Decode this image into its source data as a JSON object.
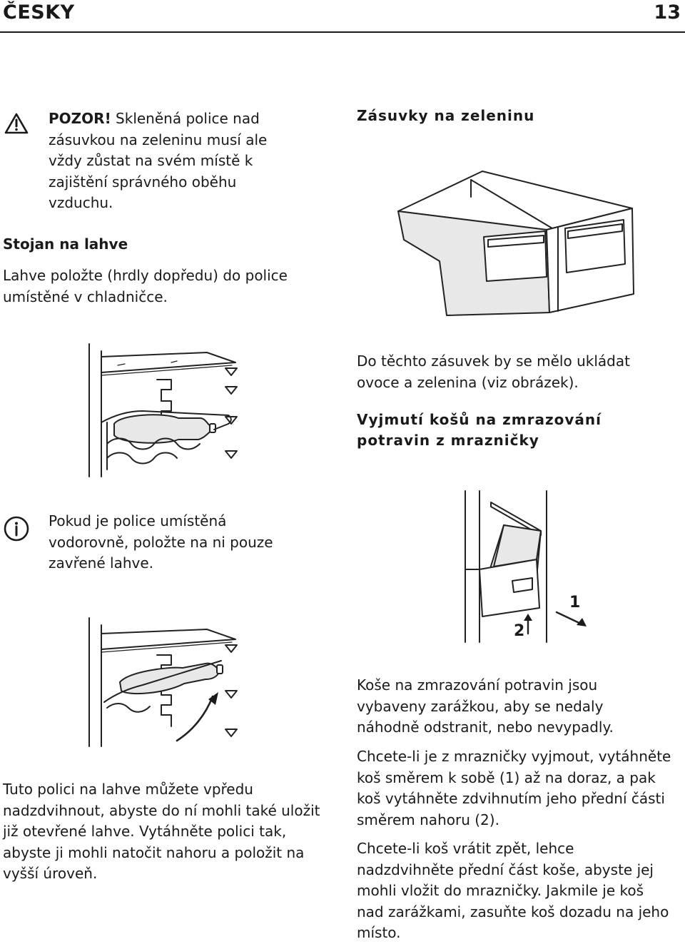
{
  "header": {
    "language": "ČESKY",
    "page_number": "13"
  },
  "warning": {
    "icon": "warning-triangle-icon",
    "label": "POZOR!",
    "text": " Skleněná police nad zásuvkou na zeleninu musí ale vždy zůstat na svém místě k zajištění správného oběhu vzduchu."
  },
  "bottle_rack": {
    "heading": "Stojan na lahve",
    "text": "Lahve položte (hrdly dopředu) do police umístěné v chladničce."
  },
  "info": {
    "icon": "info-icon",
    "text": "Pokud je police umístěná vodorovně, položte na ni pouze zavřené lahve."
  },
  "rack_tilt_text": "Tuto polici na lahve můžete vpředu nadzdvihnout, abyste do ní mohli také uložit již otevřené lahve. Vytáhněte polici tak, abyste ji mohli natočit nahoru a položit na vyšší úroveň.",
  "vegetable_drawers": {
    "heading": "Zásuvky na zeleninu",
    "text": "Do těchto zásuvek by se mělo ukládat ovoce a zelenina (viz obrázek)."
  },
  "freezer_baskets": {
    "heading": "Vyjmutí košů na zmrazování potravin z mrazničky",
    "figure_label_1": "1",
    "figure_label_2": "2",
    "paragraphs": [
      "Koše na zmrazování potravin jsou vybaveny zarážkou, aby se nedaly náhodně odstranit, nebo nevypadly.",
      "Chcete-li je z mrazničky vyjmout, vytáhněte koš směrem k sobě (1) až na doraz, a pak koš vytáhněte zdvihnutím jeho přední části směrem nahoru (2).",
      "Chcete-li koš vrátit zpět, lehce nadzdvihněte přední část koše, abyste jej mohli vložit do mrazničky. Jakmile je koš nad zarážkami, zasuňte koš dozadu na jeho místo."
    ]
  }
}
